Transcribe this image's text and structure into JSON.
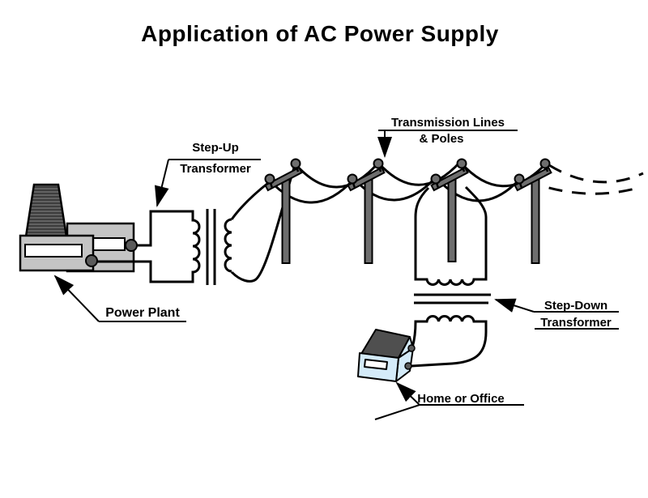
{
  "title": "Application of AC Power Supply",
  "labels": {
    "step_up": {
      "line1": "Step-Up",
      "line2": "Transformer"
    },
    "transmission": {
      "line1": "Transmission Lines",
      "line2": "& Poles"
    },
    "power_plant": "Power Plant",
    "step_down": {
      "line1": "Step-Down",
      "line2": "Transformer"
    },
    "home": "Home or Office"
  },
  "colors": {
    "background": "#ffffff",
    "line": "#000000",
    "building_gray": "#c4c4c4",
    "smokestack_dark": "#3d3d3d",
    "smokestack_stripe": "#7a7a7a",
    "pole_gray": "#6e6e6e",
    "terminal_gray": "#5a5a5a",
    "house_wall_blue": "#d4ebf9",
    "house_roof_gray": "#4f4f4f"
  }
}
